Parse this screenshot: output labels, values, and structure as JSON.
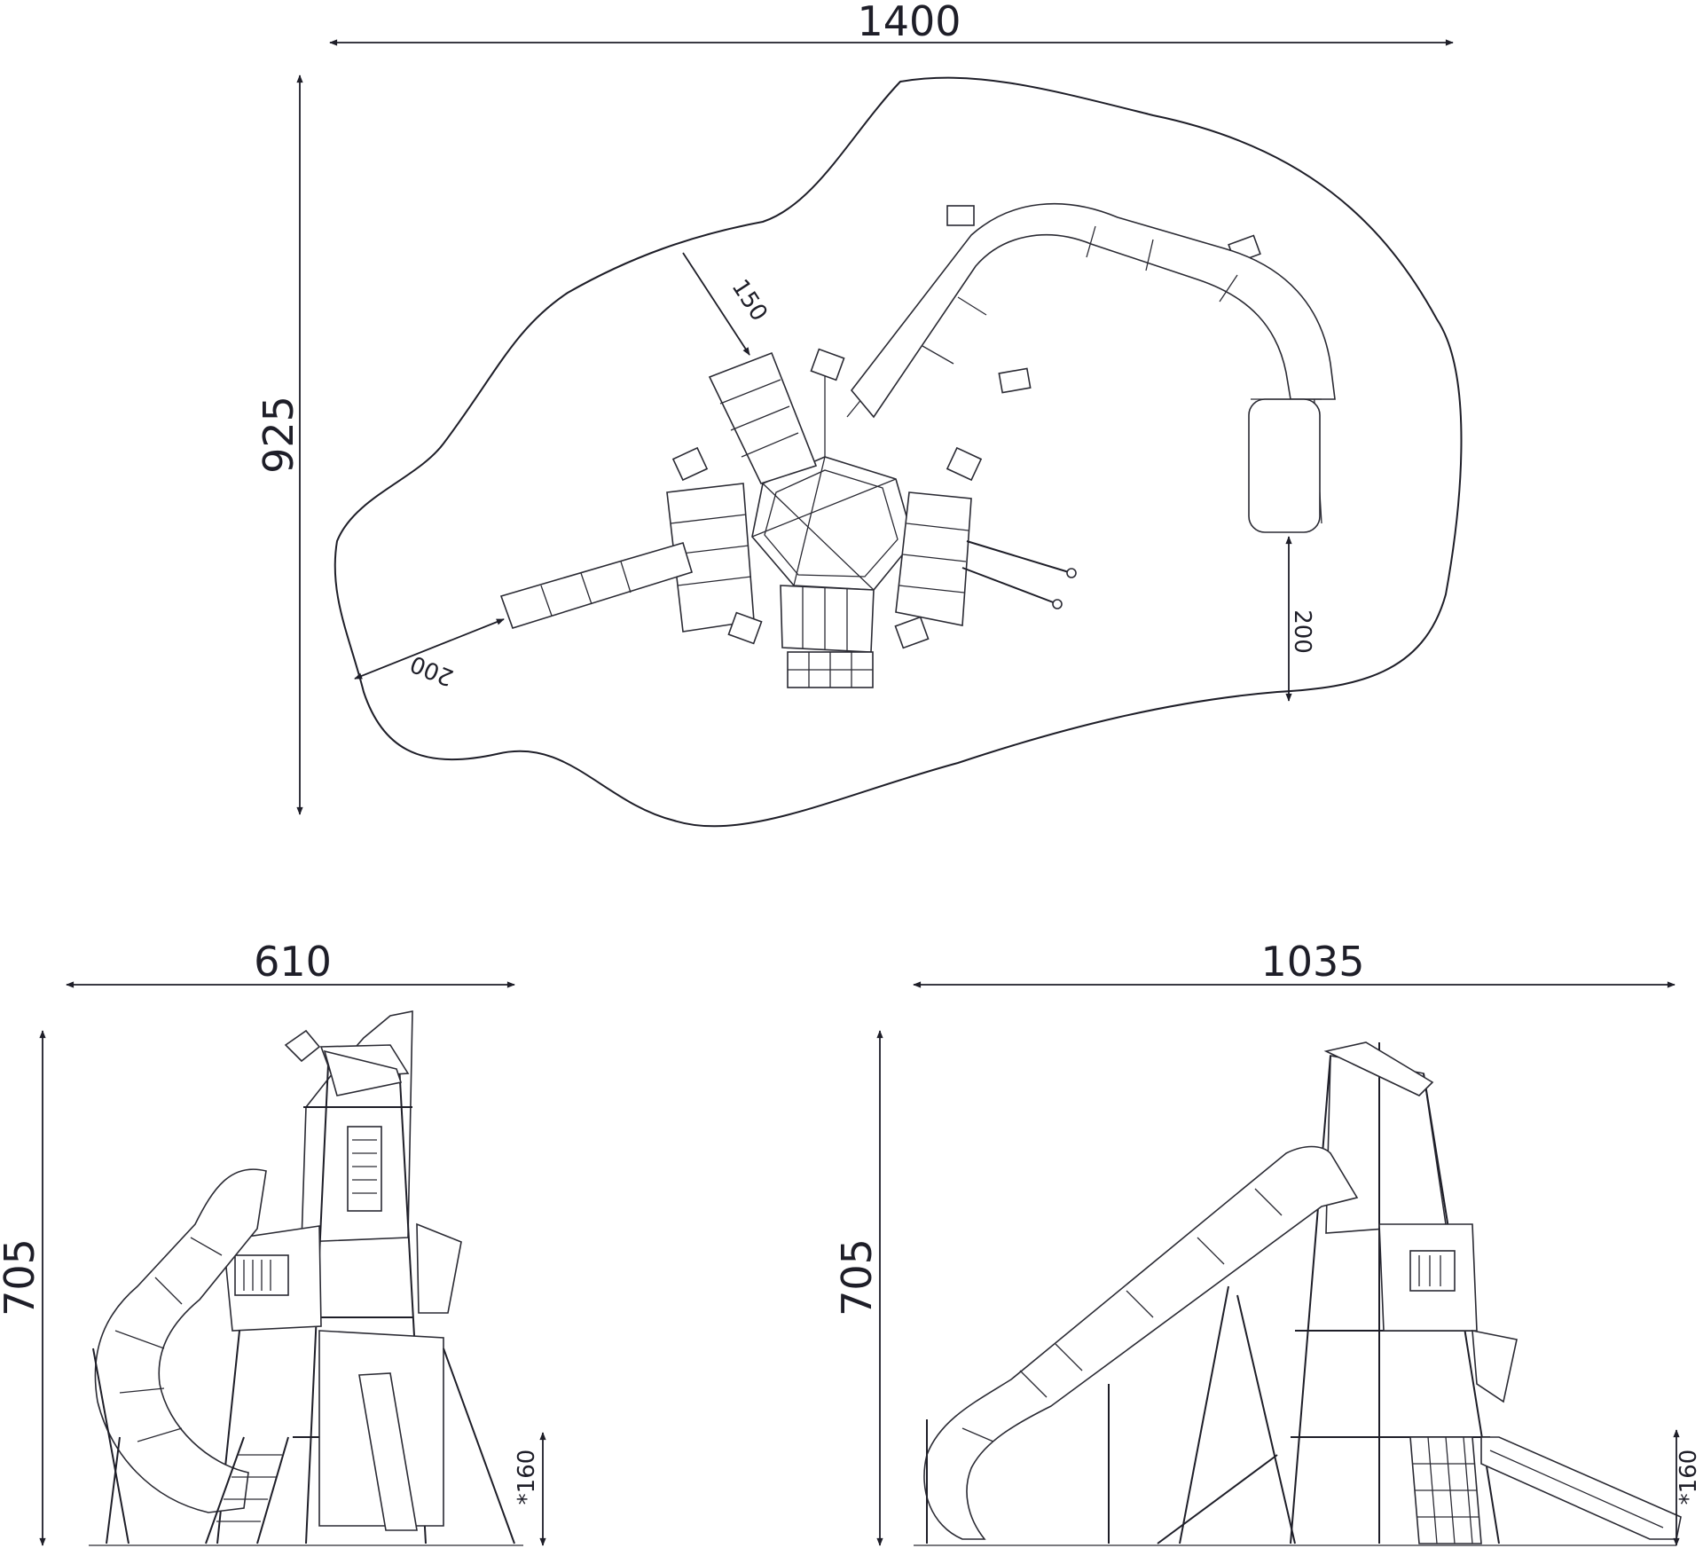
{
  "dimensions": {
    "plan_width": "1400",
    "plan_depth": "925",
    "safety_upper": "150",
    "safety_left": "200",
    "safety_right": "200",
    "side_width": "610",
    "side_height": "705",
    "side_platform": "*160",
    "front_width": "1035",
    "front_height": "705",
    "front_platform": "*160"
  },
  "colors": {
    "line": "#1e1e28",
    "background": "#ffffff"
  }
}
